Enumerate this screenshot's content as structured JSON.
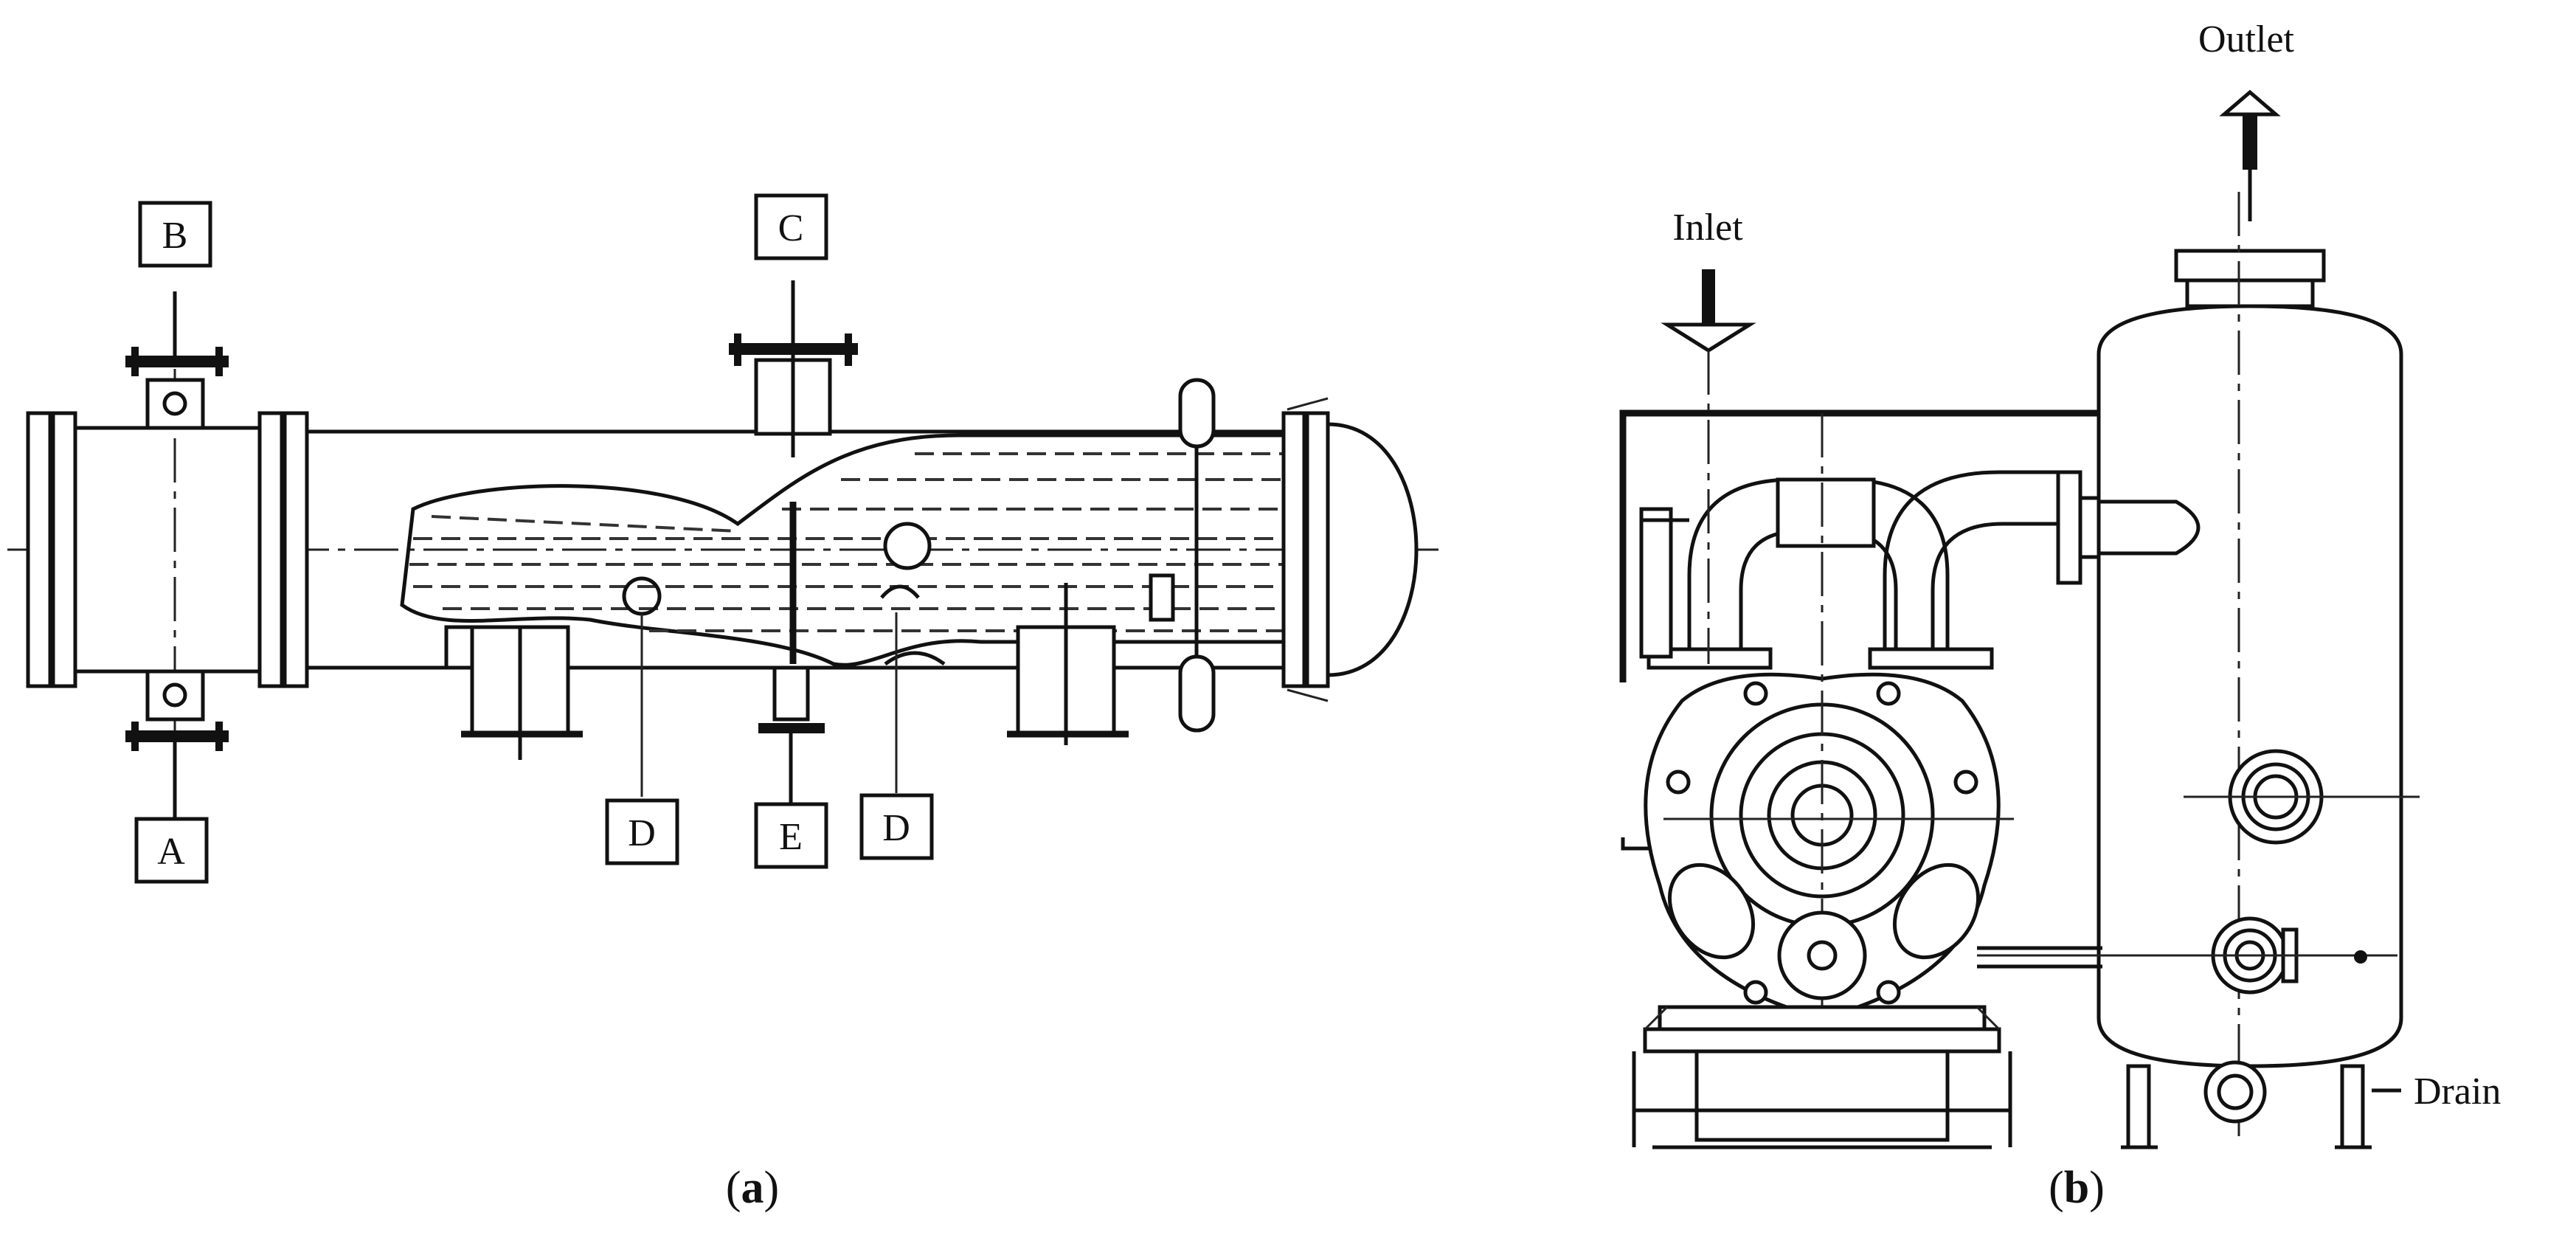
{
  "panel_a": {
    "labels": {
      "A": "A",
      "B": "B",
      "C": "C",
      "D1": "D",
      "E": "E",
      "D2": "D"
    },
    "caption": {
      "open": "(",
      "letter": "a",
      "close": ")"
    }
  },
  "panel_b": {
    "labels": {
      "outlet": "Outlet",
      "inlet": "Inlet",
      "drain": "Drain"
    },
    "caption": {
      "open": "(",
      "letter": "b",
      "close": ")"
    }
  },
  "colors": {
    "ink": "#111111",
    "background": "#ffffff"
  }
}
